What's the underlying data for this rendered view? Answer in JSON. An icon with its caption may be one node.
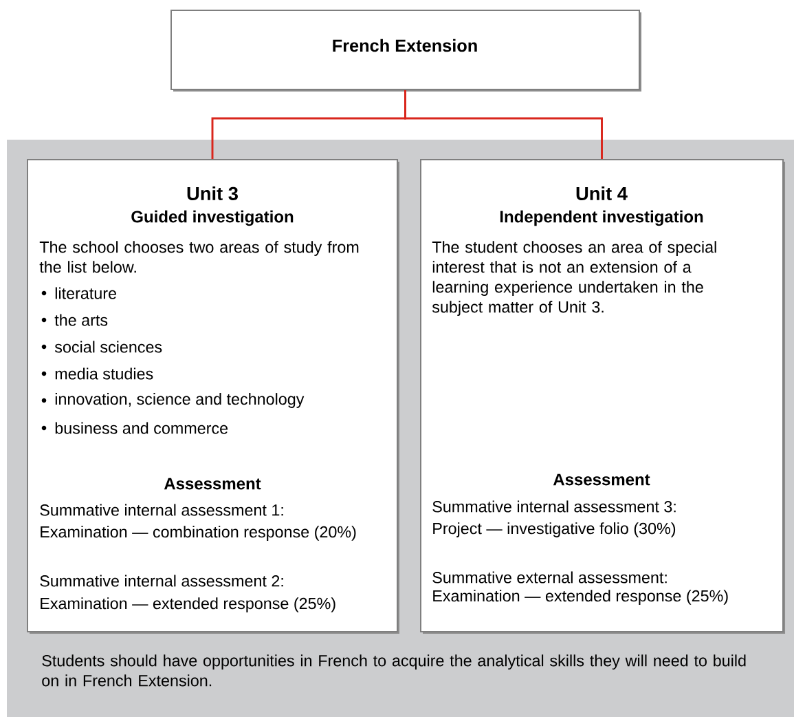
{
  "diagram": {
    "nodes": [
      {
        "text": [
          "French Extension"
        ]
      },
      {
        "text": [
          "Students should have opportunities in French to acquire the analytical skills they will need to build on in French Extension."
        ]
      },
      {
        "text": [
          "Unit 3",
          "Guided investigation",
          "The school chooses two areas of study from the list below.",
          "literature",
          "the arts",
          "social sciences",
          "media studies",
          "innovation, science and technology",
          "business and commerce",
          "Assessment",
          "Summative internal assessment 1:",
          "Examination — combination response (20%)",
          "Summative internal assessment 2:",
          "Examination — extended response (25%)"
        ],
        "in": 1
      },
      {
        "text": [
          "Unit 4",
          "Independent investigation",
          "The student chooses an area of special interest that is not an extension of a learning experience undertaken in the subject matter of Unit 3.",
          "Assessment",
          "Summative internal assessment 3:",
          "Project — investigative folio (30%)",
          "Summative external assessment:",
          "Examination — extended response (25%)"
        ],
        "in": 1
      }
    ],
    "edges": [
      {
        "from": 0,
        "to": 2,
        "arrow": "none"
      },
      {
        "from": 0,
        "to": 3,
        "arrow": "none"
      }
    ]
  }
}
